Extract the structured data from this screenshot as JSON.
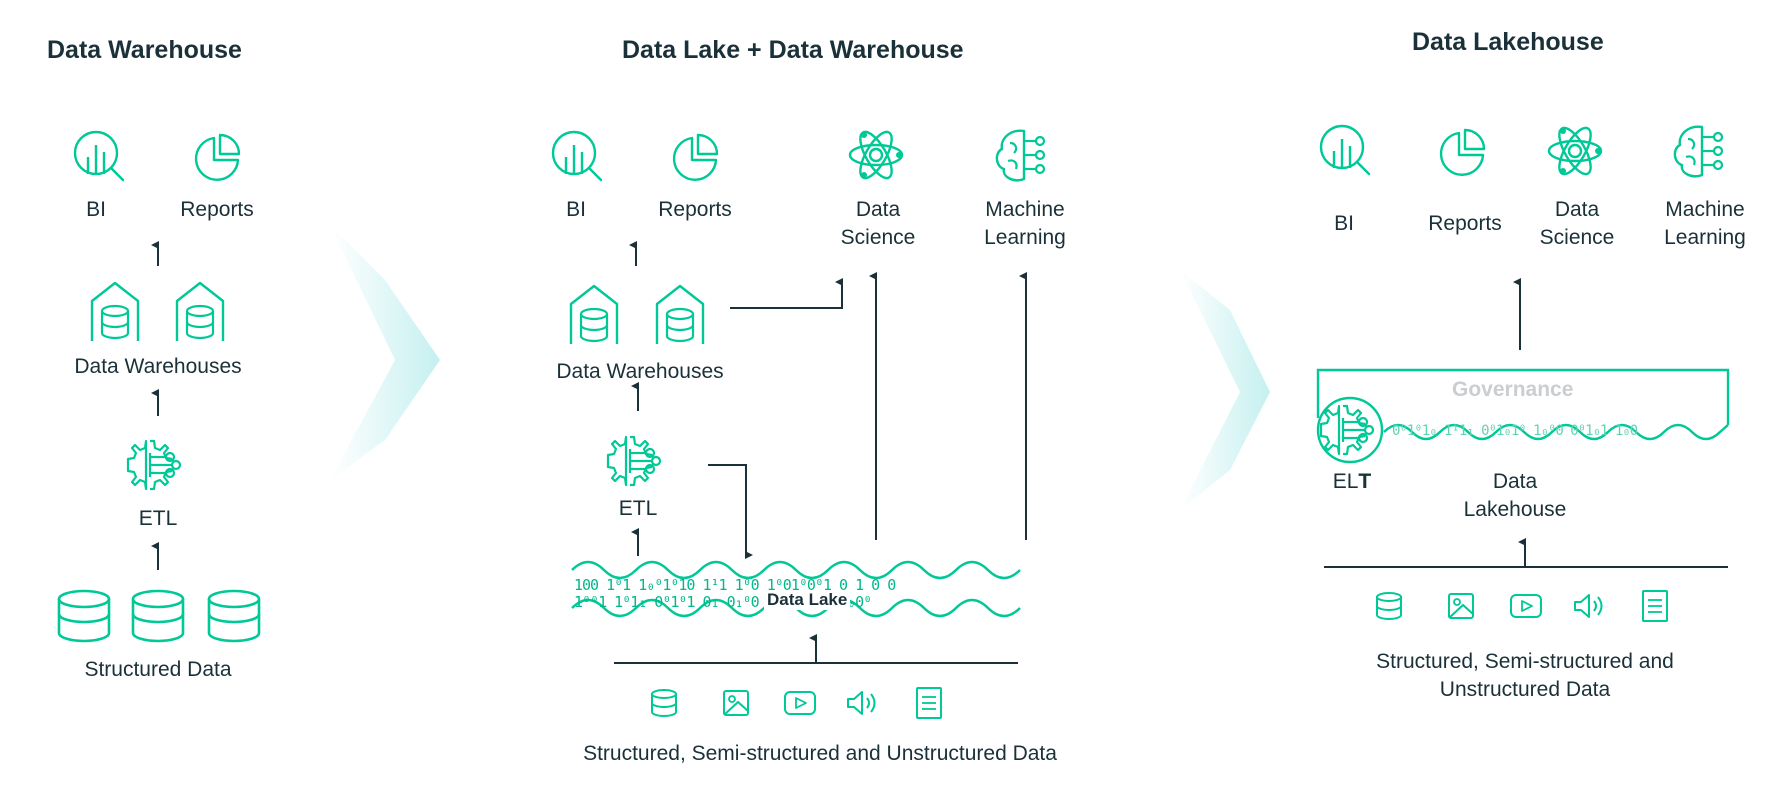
{
  "colors": {
    "accent": "#00c896",
    "text": "#1b3139",
    "chevron": "#bfeeee",
    "governance_text": "#c9ced1"
  },
  "panel_warehouse": {
    "title": "Data Warehouse",
    "bi": "BI",
    "reports": "Reports",
    "warehouses": "Data Warehouses",
    "etl": "ETL",
    "structured": "Structured Data"
  },
  "panel_lake_warehouse": {
    "title": "Data Lake + Data Warehouse",
    "bi": "BI",
    "reports": "Reports",
    "data_science": "Data Science",
    "machine_learning": "Machine Learning",
    "warehouses": "Data Warehouses",
    "etl": "ETL",
    "data_lake": "Data Lake",
    "sources": "Structured, Semi-structured and Unstructured Data"
  },
  "panel_lakehouse": {
    "title": "Data Lakehouse",
    "bi": "BI",
    "reports": "Reports",
    "data_science": "Data Science",
    "machine_learning": "Machine Learning",
    "governance": "Governance",
    "elt_prefix": "EL",
    "elt_suffix": "T",
    "lakehouse": "Data Lakehouse",
    "sources": "Structured, Semi-structured and Unstructured Data"
  },
  "icons": [
    "bi-chart-icon",
    "reports-pie-icon",
    "data-science-atom-icon",
    "machine-learning-brain-icon",
    "warehouse-icon",
    "etl-gear-icon",
    "database-icon",
    "image-icon",
    "video-icon",
    "audio-icon",
    "document-icon"
  ]
}
